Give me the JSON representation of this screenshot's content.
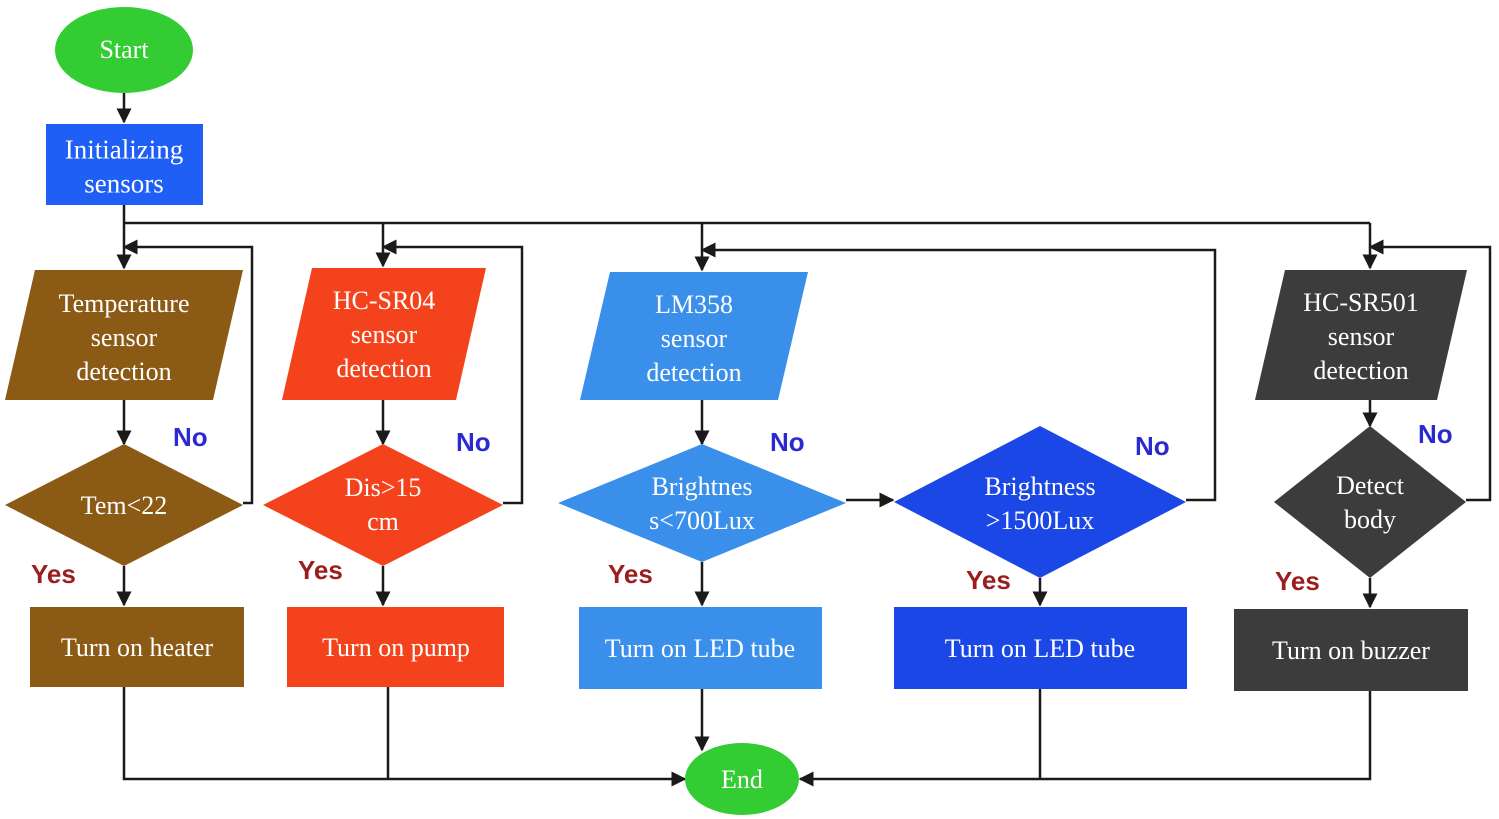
{
  "colors": {
    "start_end": "#33cc33",
    "init": "#1f5ff5",
    "temperature": "#8b5a14",
    "hcsr04": "#f4431c",
    "lm358": "#3a8fea",
    "bright_high": "#1b47e6",
    "hcsr501": "#3c3c3c",
    "yes_text": "#9b1d1d",
    "no_text": "#2a2ad0",
    "line": "#1a1a1a"
  },
  "nodes": {
    "start": {
      "text": "Start"
    },
    "init": {
      "lines": [
        "Initializing",
        "sensors"
      ]
    },
    "temp_sensor": {
      "lines": [
        "Temperature",
        "sensor",
        "detection"
      ]
    },
    "temp_cond": {
      "lines": [
        "Tem<22"
      ]
    },
    "heater": {
      "lines": [
        "Turn  on heater"
      ]
    },
    "hc04_sensor": {
      "lines": [
        "HC-SR04",
        "sensor",
        "detection"
      ]
    },
    "hc04_cond": {
      "lines": [
        "Dis>15",
        "cm"
      ]
    },
    "pump": {
      "lines": [
        "Turn  on pump"
      ]
    },
    "lm_sensor": {
      "lines": [
        "LM358",
        "sensor",
        "detection"
      ]
    },
    "lm_cond_low": {
      "lines": [
        "Brightnes",
        "s<700Lux"
      ]
    },
    "led_low": {
      "lines": [
        "Turn  on LED  tube"
      ]
    },
    "lm_cond_high": {
      "lines": [
        "Brightness",
        ">1500Lux"
      ]
    },
    "led_high": {
      "lines": [
        "Turn  on LED  tube"
      ]
    },
    "hc501_sensor": {
      "lines": [
        "HC-SR501",
        "sensor",
        "detection"
      ]
    },
    "hc501_cond": {
      "lines": [
        "Detect",
        "body"
      ]
    },
    "buzzer": {
      "lines": [
        "Turn  on buzzer"
      ]
    },
    "end": {
      "text": "End"
    }
  },
  "labels": {
    "yes": "Yes",
    "no": "No"
  }
}
